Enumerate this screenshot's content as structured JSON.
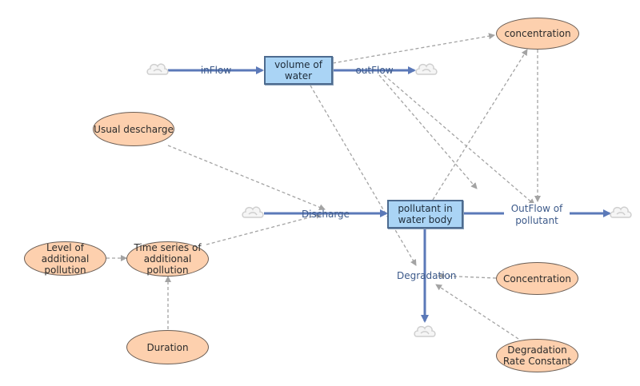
{
  "colors": {
    "flow": "#5b79b8",
    "link": "#a3a3a3",
    "stock_fill": "#aad4f5",
    "stock_border": "#4d6b8f",
    "aux_fill": "#fdd0ae",
    "aux_border": "#6b5e55",
    "cloud": "#cfcfcf",
    "flow_text": "#3d5a8a"
  },
  "stocks": {
    "volume": {
      "label": "volume of water"
    },
    "pollutant": {
      "label": "pollutant in water body"
    }
  },
  "flows": {
    "inflow": {
      "label": "inFlow"
    },
    "outflow": {
      "label": "outFlow"
    },
    "discharge": {
      "label": "Discharge"
    },
    "outflow_pollutant": {
      "label": "OutFlow of pollutant"
    },
    "degradation": {
      "label": "Degradation"
    }
  },
  "auxiliaries": {
    "concentration_top": {
      "label": "concentration"
    },
    "usual_descharge": {
      "label": "Usual descharge"
    },
    "level_additional": {
      "label": "Level of additional pollution"
    },
    "time_series": {
      "label": "Time series of additional pollution"
    },
    "duration": {
      "label": "Duration"
    },
    "concentration_bottom": {
      "label": "Concentration"
    },
    "degradation_rate": {
      "label": "Degradation Rate Constant"
    }
  },
  "icons": {
    "source_sink": "cloud-icon"
  }
}
